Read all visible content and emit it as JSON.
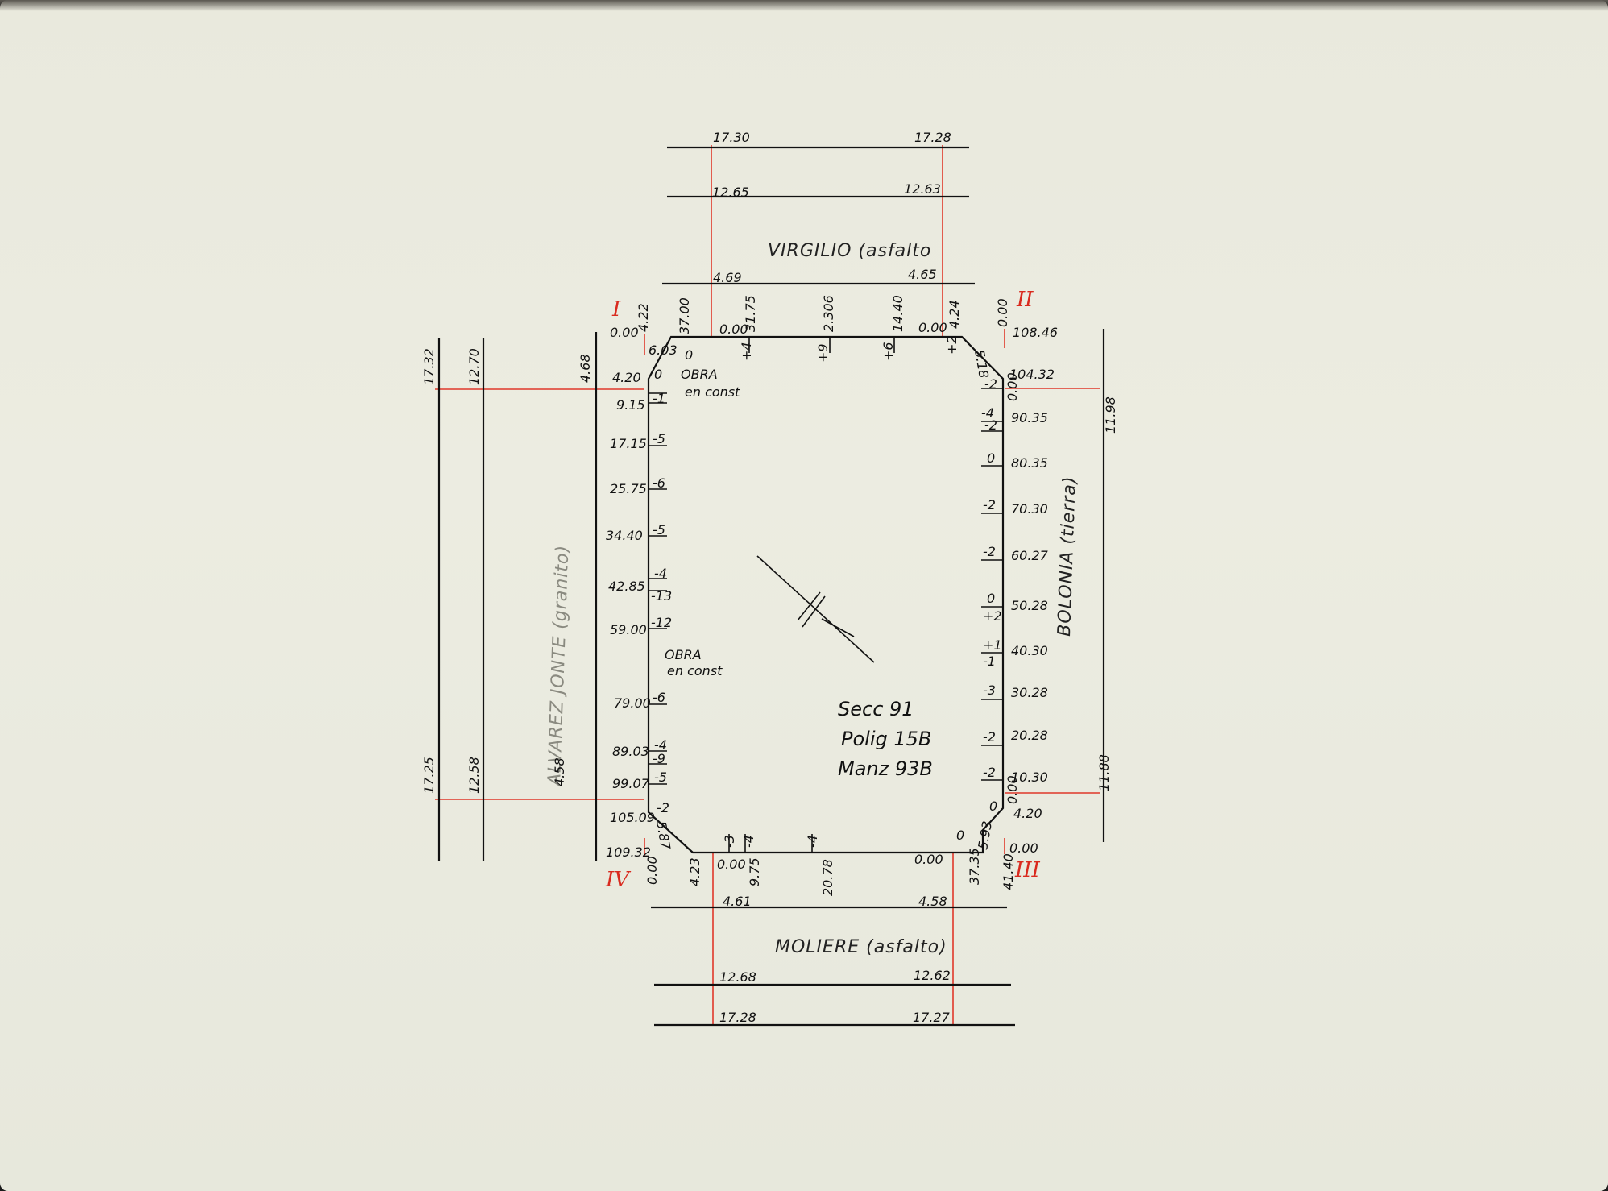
{
  "streets": {
    "top": "VIRGILIO (asfalto",
    "bottom": "MOLIERE (asfalto)",
    "left": "ALVAREZ JONTE (granito)",
    "right": "BOLONIA (tierra)"
  },
  "block_label": {
    "line1": "Secc 91",
    "line2": "Polig 15B",
    "line3": "Manz 93B"
  },
  "corners": {
    "I": "I",
    "II": "II",
    "III": "III",
    "IV": "IV"
  },
  "top_widths": {
    "outer_left": "17.30",
    "outer_right": "17.28",
    "mid_left": "12.65",
    "mid_right": "12.63",
    "inner_left": "4.69",
    "inner_right": "4.65"
  },
  "bottom_widths": {
    "inner_left": "4.61",
    "inner_right": "4.58",
    "mid_left": "12.68",
    "mid_right": "12.62",
    "outer_left": "17.28",
    "outer_right": "17.27"
  },
  "left_widths": {
    "outer_top": "17.32",
    "mid_top": "12.70",
    "inner_top": "4.68",
    "outer_bottom": "17.25",
    "mid_bottom": "12.58",
    "inner_bottom": "4.58"
  },
  "right_widths": {
    "top": "11.98",
    "bottom": "11.88"
  },
  "top_side": {
    "labels": [
      "0.00",
      "4.22",
      "37.00",
      "0.00",
      "31.75",
      "+4",
      "+9",
      "2.306",
      "+6",
      "14.40",
      "0.00",
      "4.24",
      "+2",
      "0.00"
    ],
    "corner_I_chamfer": "6.03",
    "corner_I_zero": "0",
    "corner_II_chamfer": "5.18"
  },
  "left_side": {
    "distances": [
      "4.20",
      "9.15",
      "17.15",
      "25.75",
      "34.40",
      "42.85",
      "59.00",
      "79.00",
      "89.03",
      "99.07",
      "105.09",
      "109.32"
    ],
    "levels": [
      "0",
      "-1",
      "-5",
      "-6",
      "-5",
      "-4",
      "-13",
      "-12",
      "-6",
      "-4",
      "-9",
      "-5",
      "-2"
    ],
    "obra1": "OBRA",
    "obra1b": "en const",
    "obra2": "OBRA",
    "obra2b": "en const",
    "corner_IV_chamfer": "5.87"
  },
  "right_side": {
    "distances": [
      "108.46",
      "104.32",
      "90.35",
      "80.35",
      "70.30",
      "60.27",
      "50.28",
      "40.30",
      "30.28",
      "20.28",
      "10.30",
      "4.20",
      "0.00"
    ],
    "levels": [
      "-2",
      "-4",
      "-2",
      "0",
      "-2",
      "-2",
      "0",
      "+2",
      "+1",
      "-1",
      "-3",
      "-2",
      "-2",
      "0"
    ],
    "zero_top": "0.00",
    "zero_bottom": "0.00",
    "corner_III_chamfer": "5.93"
  },
  "bottom_side": {
    "labels": [
      "0.00",
      "4.23",
      "0.00",
      "9.75",
      "-3",
      "-4",
      "-4",
      "20.78",
      "0.00",
      "0",
      "37.35",
      "41.40"
    ]
  }
}
